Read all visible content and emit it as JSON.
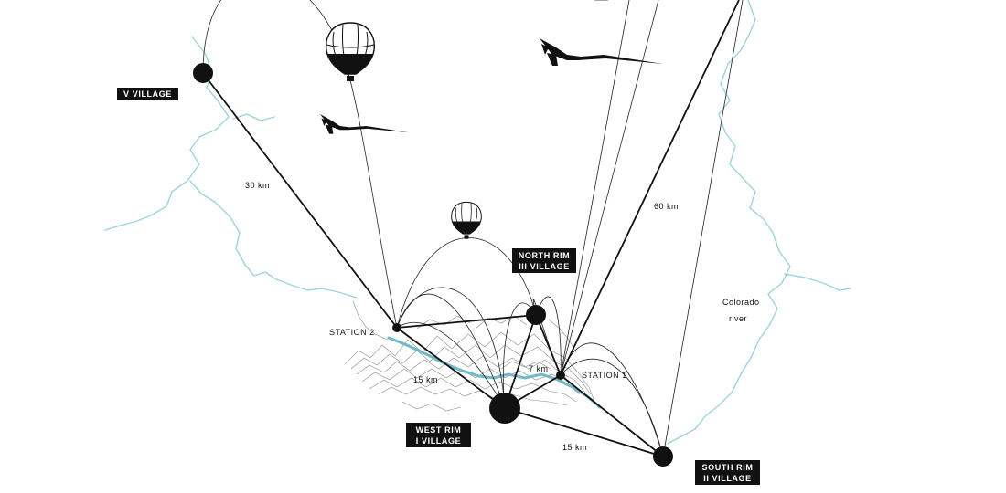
{
  "colors": {
    "background": "#ffffff",
    "river": "#9fd3dc",
    "canyon_water": "#6fb9c4",
    "lines": "#111111",
    "label_box": "#111111",
    "label_text": "#ffffff"
  },
  "labels": {
    "v_village": "V VILLAGE",
    "north_rim_1": "NORTH RIM",
    "north_rim_2": "III VILLAGE",
    "west_rim_1": "WEST RIM",
    "west_rim_2": "I VILLAGE",
    "south_rim_1": "SOUTH RIM",
    "south_rim_2": "II VILLAGE",
    "station_1": "STATION 1",
    "station_2": "STATION 2"
  },
  "distances": {
    "v_to_station2": "30 km",
    "to_far_north": "60 km",
    "station2_to_west_rim": "15 km",
    "west_rim_to_south_rim": "15 km",
    "station1_to_west_rim": "7 km"
  },
  "river_label": {
    "line1": "Colorado",
    "line2": "river"
  },
  "icons": [
    "hot-air-balloon-icon",
    "glider-plane-icon"
  ]
}
